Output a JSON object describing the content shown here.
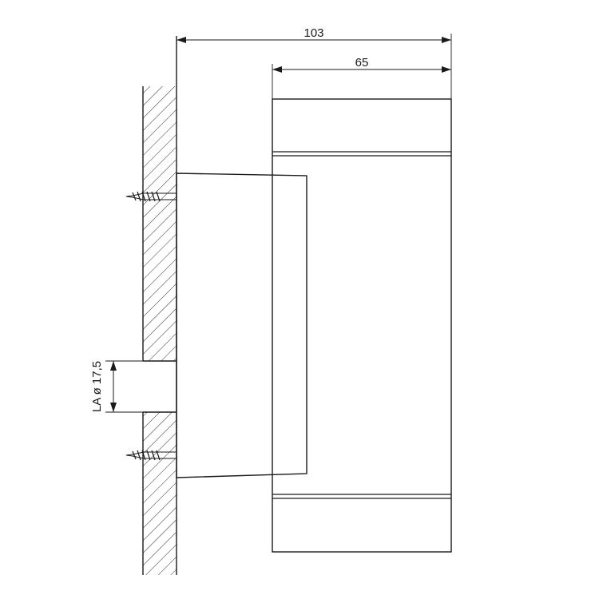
{
  "dimensions": {
    "overall_width": "103",
    "fixture_width": "65",
    "cable_entry": "LA ø 17,5"
  },
  "colors": {
    "line": "#1a1a1a",
    "background": "#ffffff"
  },
  "icons": {
    "screw_upper": "wood-screw-icon",
    "screw_lower": "wood-screw-icon"
  }
}
